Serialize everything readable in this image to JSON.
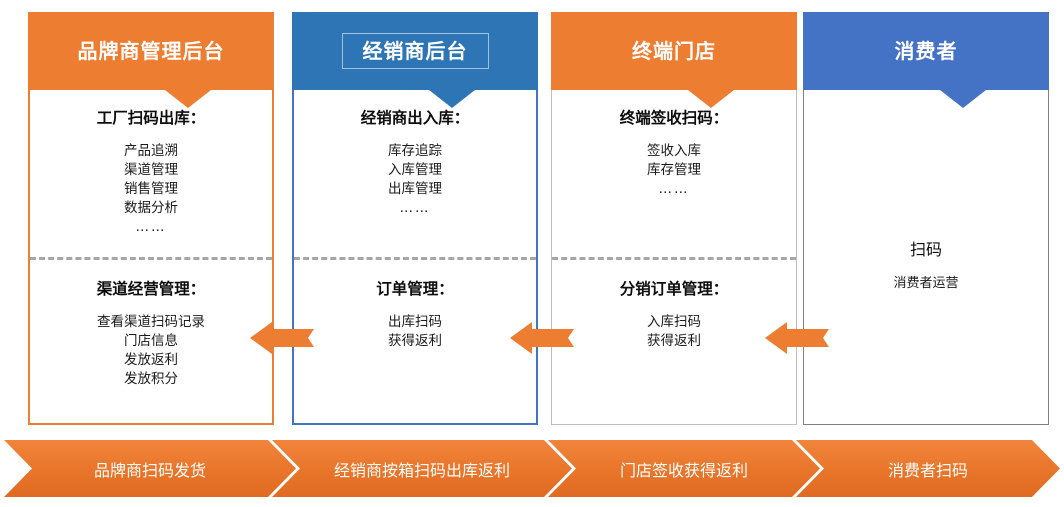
{
  "columns": [
    {
      "key": "brand-admin",
      "header": "品牌商管理后台",
      "header_boxed": false,
      "top": {
        "title": "工厂扫码出库：",
        "items": [
          "产品追溯",
          "渠道管理",
          "销售管理",
          "数据分析",
          "……"
        ]
      },
      "bottom": {
        "title": "渠道经营管理：",
        "items": [
          "查看渠道扫码记录",
          "门店信息",
          "发放返利",
          "发放积分"
        ]
      },
      "colors": {
        "header_bg": "#ED7D31",
        "border": "#ED7D31"
      }
    },
    {
      "key": "distributor-admin",
      "header": "经销商后台",
      "header_boxed": true,
      "top": {
        "title": "经销商出入库：",
        "items": [
          "库存追踪",
          "入库管理",
          "出库管理",
          "……"
        ]
      },
      "bottom": {
        "title": "订单管理：",
        "items": [
          "出库扫码",
          "获得返利"
        ]
      },
      "colors": {
        "header_bg": "#2E75B6",
        "border": "#4472C4"
      }
    },
    {
      "key": "terminal-store",
      "header": "终端门店",
      "header_boxed": false,
      "top": {
        "title": "终端签收扫码：",
        "items": [
          "签收入库",
          "库存管理",
          "……"
        ]
      },
      "bottom": {
        "title": "分销订单管理：",
        "items": [
          "入库扫码",
          "获得返利"
        ]
      },
      "colors": {
        "header_bg": "#ED7D31",
        "border": "#BFBFBF"
      }
    },
    {
      "key": "consumer",
      "header": "消费者",
      "header_boxed": false,
      "free": {
        "big": "扫码",
        "small": "消费者运营"
      },
      "colors": {
        "header_bg": "#4472C4",
        "border": "#808080"
      }
    }
  ],
  "arrows": [
    {
      "name": "arrow-distributor-to-brand",
      "direction": "left",
      "color": "#ED7D31"
    },
    {
      "name": "arrow-store-to-distributor",
      "direction": "left",
      "color": "#ED7D31"
    },
    {
      "name": "arrow-consumer-to-store",
      "direction": "left",
      "color": "#ED7D31"
    }
  ],
  "ribbon": {
    "color": "#ED7D31",
    "steps": [
      "品牌商扫码发货",
      "经销商按箱扫码出库返利",
      "门店签收获得返利",
      "消费者扫码"
    ]
  }
}
